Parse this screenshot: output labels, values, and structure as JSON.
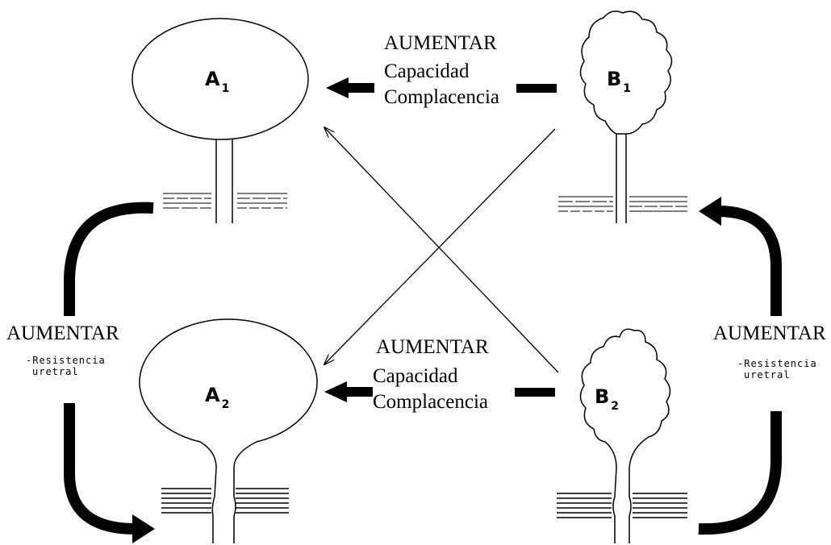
{
  "nodes": {
    "a1": {
      "letter": "A",
      "sub": "1"
    },
    "a2": {
      "letter": "A",
      "sub": "2"
    },
    "b1": {
      "letter": "B",
      "sub": "1"
    },
    "b2": {
      "letter": "B",
      "sub": "2"
    }
  },
  "top_action": {
    "title": "AUMENTAR",
    "line1": "Capacidad",
    "line2": "Complacencia"
  },
  "middle_action": {
    "title": "AUMENTAR",
    "line1": "Capacidad",
    "line2": "Complacencia"
  },
  "left_action": {
    "title": "AUMENTAR",
    "line1": "-Resistencia",
    "line2": "uretral"
  },
  "right_action": {
    "title": "AUMENTAR",
    "line1": "-Resistencia",
    "line2": "uretral"
  }
}
